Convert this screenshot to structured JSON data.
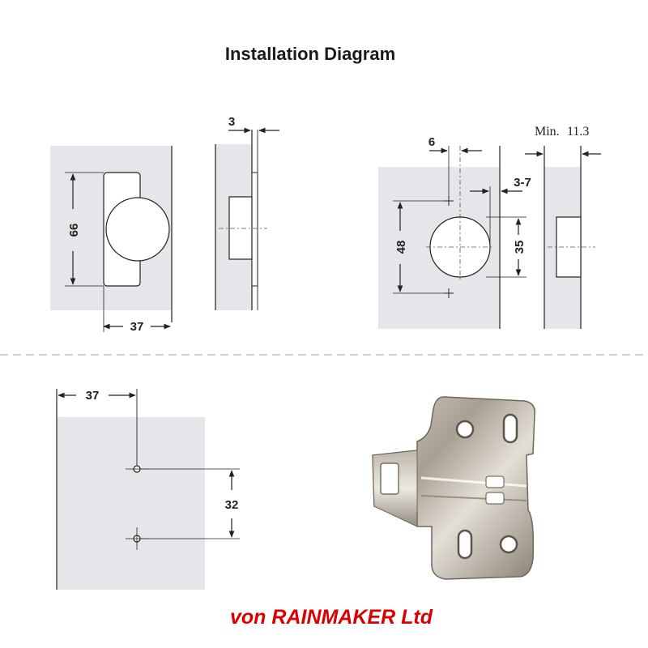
{
  "title": "Installation Diagram",
  "credit": "von RAINMAKER Ltd",
  "dimensions": {
    "height_66": "66",
    "width_37_top": "37",
    "thickness_3": "3",
    "offset_6": "6",
    "range_3_7": "3-7",
    "min_label": "Min.",
    "min_value": "11.3",
    "height_48": "48",
    "diameter_35": "35",
    "width_37_bottom": "37",
    "spacing_32": "32"
  },
  "colors": {
    "panel": "#e6e6ea",
    "line": "#222222",
    "credit": "#d90000",
    "divider": "#b5b5b5"
  },
  "icons": {
    "mounting_plate": "hinge-mounting-plate-icon"
  }
}
